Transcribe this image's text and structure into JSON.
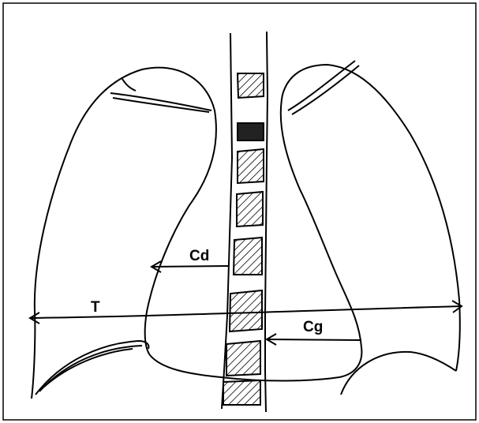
{
  "labels": {
    "cardiac_right": "Cd",
    "thoracic": "T",
    "cardiac_left": "Cg"
  },
  "colors": {
    "ink": "#000000",
    "paper": "#ffffff"
  }
}
